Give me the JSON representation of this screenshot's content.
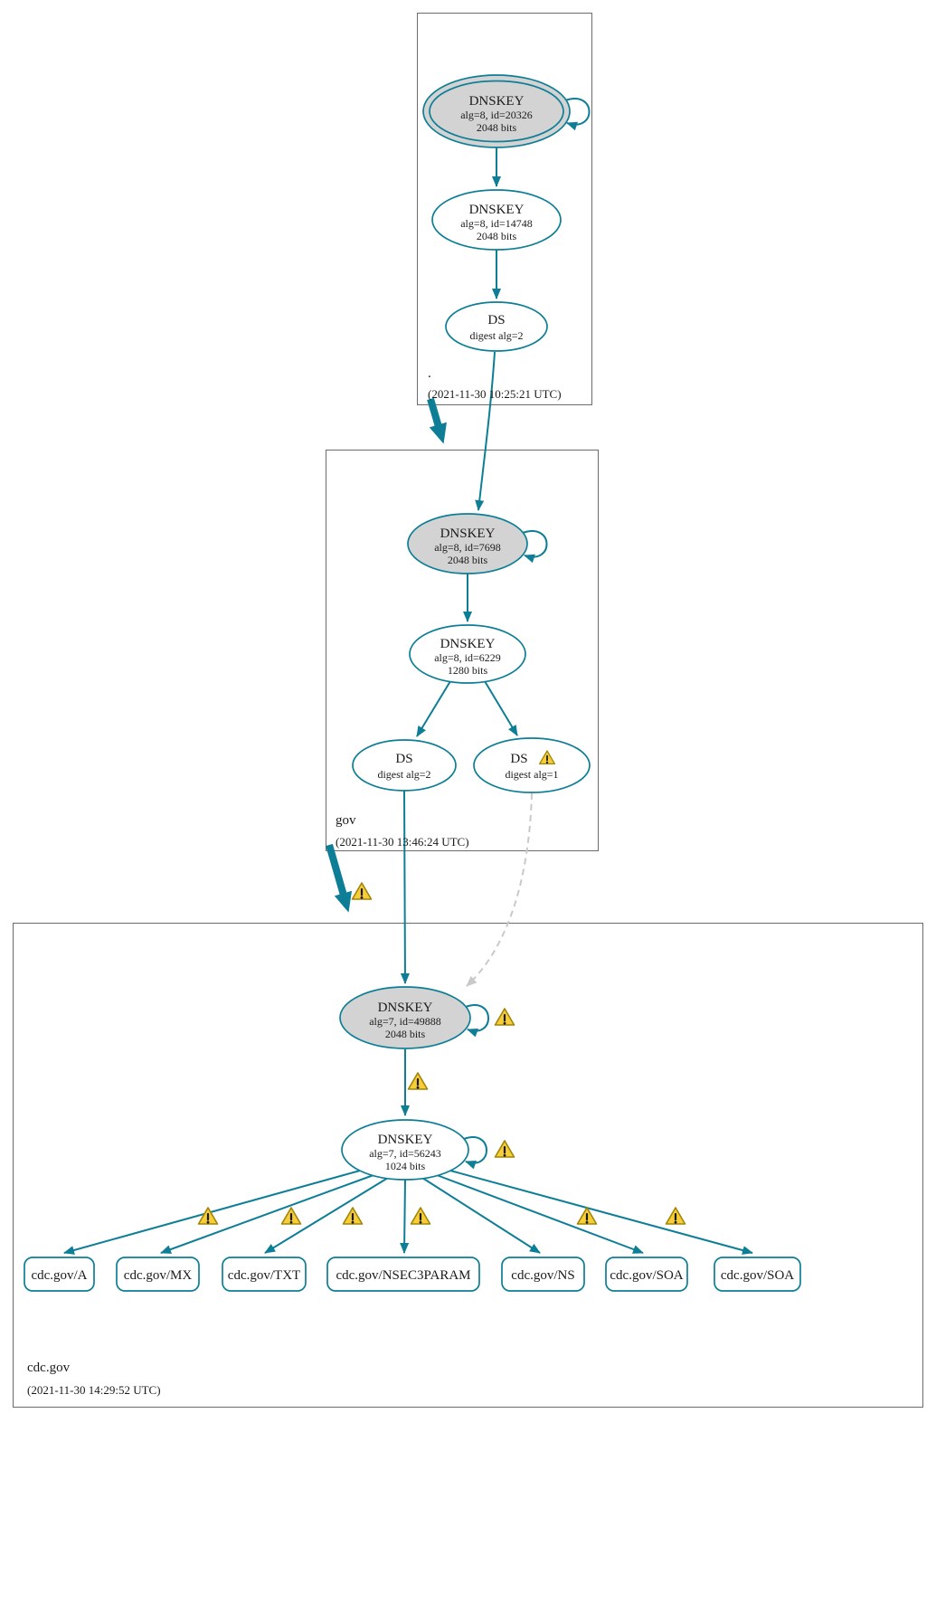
{
  "colors": {
    "secure": "#0d7e96",
    "ksk_fill": "#d3d3d3",
    "node_fill": "#ffffff",
    "insecure_edge": "#c9c9c9",
    "warning_fill": "#f7ce38",
    "warning_border": "#a08508",
    "box_border": "#6b6b6b"
  },
  "zones": {
    "root": {
      "label": ".",
      "timestamp": "(2021-11-30 10:25:21 UTC)",
      "ksk": {
        "type": "DNSKEY",
        "meta": "alg=8, id=20326",
        "bits": "2048 bits"
      },
      "zsk": {
        "type": "DNSKEY",
        "meta": "alg=8, id=14748",
        "bits": "2048 bits"
      },
      "ds": {
        "type": "DS",
        "meta": "digest alg=2"
      }
    },
    "gov": {
      "label": "gov",
      "timestamp": "(2021-11-30 13:46:24 UTC)",
      "ksk": {
        "type": "DNSKEY",
        "meta": "alg=8, id=7698",
        "bits": "2048 bits"
      },
      "zsk": {
        "type": "DNSKEY",
        "meta": "alg=8, id=6229",
        "bits": "1280 bits"
      },
      "ds_sha256": {
        "type": "DS",
        "meta": "digest alg=2"
      },
      "ds_sha1": {
        "type": "DS",
        "meta": "digest alg=1"
      }
    },
    "cdc": {
      "label": "cdc.gov",
      "timestamp": "(2021-11-30 14:29:52 UTC)",
      "ksk": {
        "type": "DNSKEY",
        "meta": "alg=7, id=49888",
        "bits": "2048 bits"
      },
      "zsk": {
        "type": "DNSKEY",
        "meta": "alg=7, id=56243",
        "bits": "1024 bits"
      },
      "rrsets": [
        "cdc.gov/A",
        "cdc.gov/MX",
        "cdc.gov/TXT",
        "cdc.gov/NSEC3PARAM",
        "cdc.gov/NS",
        "cdc.gov/SOA",
        "cdc.gov/SOA"
      ]
    }
  }
}
